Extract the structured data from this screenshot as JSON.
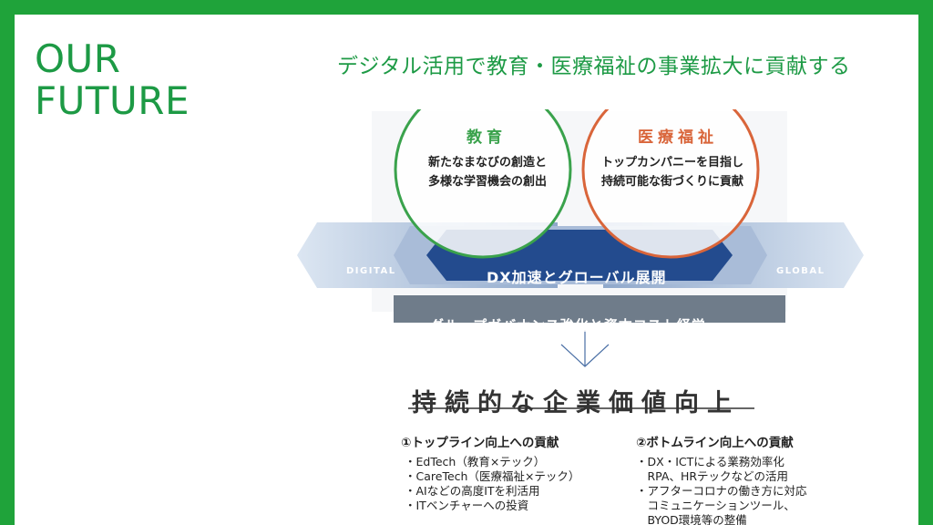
{
  "heading": {
    "line1": "OUR",
    "line2": "FUTURE"
  },
  "subtitle": "デジタル活用で教育・医療福祉の事業拡大に貢献する",
  "diagram": {
    "education": {
      "title": "教育",
      "line1": "新たなまなびの創造と",
      "line2": "多様な学習機会の創出"
    },
    "medical": {
      "title": "医療福祉",
      "line1": "トップカンパニーを目指し",
      "line2": "持続可能な街づくりに貢献"
    },
    "left_word": "DIGITAL",
    "right_word": "GLOBAL",
    "band_label": "DX加速とグローバル展開",
    "governance_label": "グループガバナンス強化と資本コスト経営",
    "main_title": "持続的な企業価値向上",
    "left_column": {
      "header": "①トップライン向上への貢献",
      "items": [
        "・EdTech（教育×テック）",
        "・CareTech（医療福祉×テック）",
        "・AIなどの高度ITを利活用",
        "・ITベンチャーへの投資"
      ]
    },
    "right_column": {
      "header": "②ボトムライン向上への貢献",
      "items": [
        "・DX・ICTによる業務効率化",
        "　RPA、HRテックなどの活用",
        "・アフターコロナの働き方に対応",
        "　コミュニケーションツール、",
        "　BYOD環境等の整備"
      ]
    }
  },
  "colors": {
    "frame": "#1fa33a",
    "heading": "#1d9a45",
    "edu_circle": "#3aa24c",
    "med_circle": "#d9653a",
    "band": "#234b8e",
    "governance": "#6f7c8a"
  }
}
